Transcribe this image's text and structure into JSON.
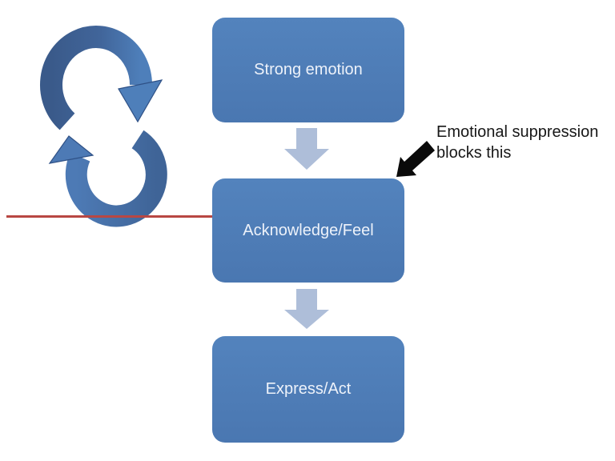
{
  "diagram": {
    "nodes": [
      {
        "id": "strong-emotion",
        "label": "Strong emotion"
      },
      {
        "id": "acknowledge-feel",
        "label": "Acknowledge/Feel"
      },
      {
        "id": "express-act",
        "label": "Express/Act"
      }
    ],
    "annotation": {
      "text": "Emotional suppression blocks this"
    },
    "colors": {
      "node_fill": "#4e7cb7",
      "node_text": "#edf2fa",
      "connector_fill": "#aebed9",
      "loop_dark": "#3a5a8a",
      "loop_light": "#4e7fba",
      "red_line": "#b84743",
      "annotation_arrow": "#0a0a0a",
      "annotation_text": "#171717"
    }
  }
}
